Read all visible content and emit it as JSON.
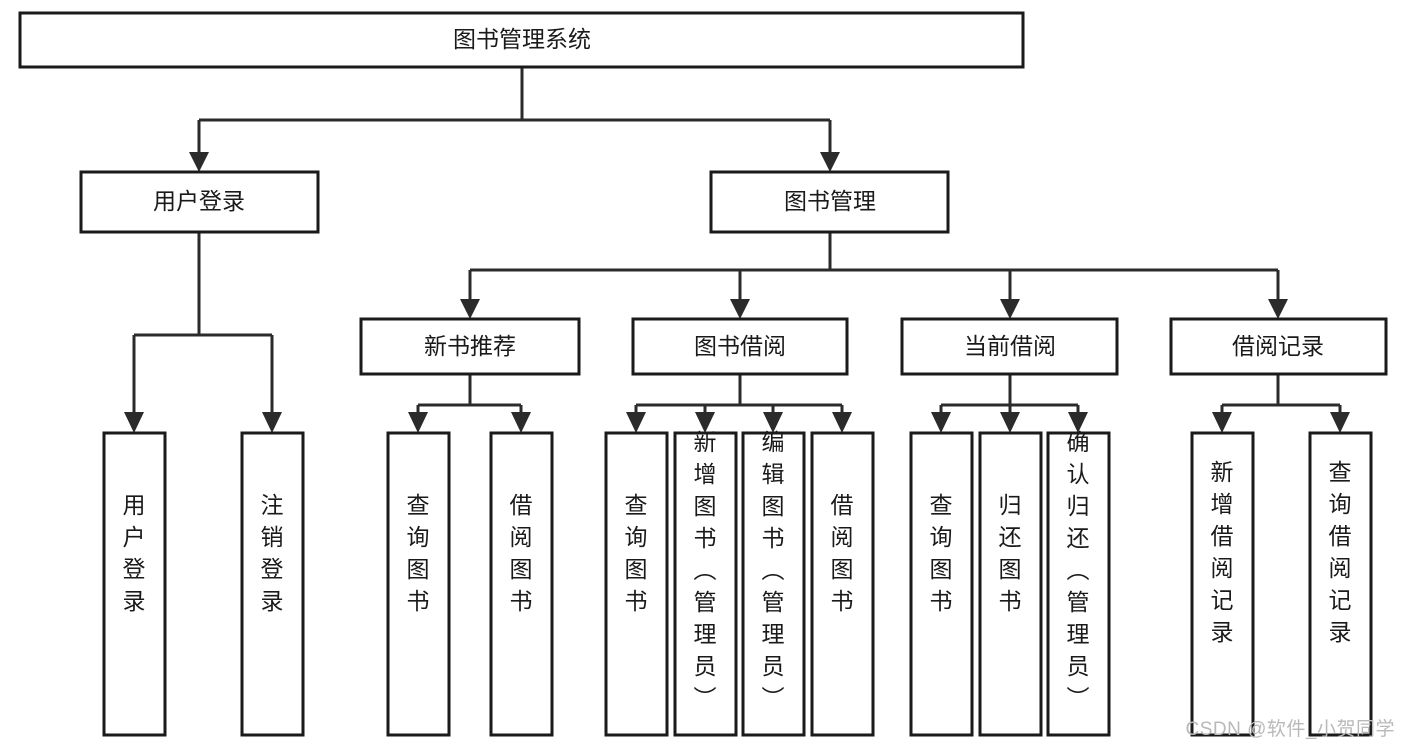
{
  "diagram": {
    "title": "图书管理系统",
    "type": "tree-hierarchy",
    "watermark": "CSDN @软件_小贺同学",
    "colors": {
      "background": "#ffffff",
      "box_border": "#1a1a1a",
      "box_fill": "#ffffff",
      "connector": "#2b2b2b",
      "text": "#1a1a1a",
      "watermark": "#b9b9b9"
    },
    "levels": {
      "root": {
        "label": "图书管理系统"
      },
      "level2": [
        {
          "label": "用户登录"
        },
        {
          "label": "图书管理"
        }
      ],
      "level3": [
        {
          "label": "新书推荐"
        },
        {
          "label": "图书借阅"
        },
        {
          "label": "当前借阅"
        },
        {
          "label": "借阅记录"
        }
      ],
      "leaves_user_login": [
        {
          "label": "用户登录"
        },
        {
          "label": "注销登录"
        }
      ],
      "leaves_new_book": [
        {
          "label": "查询图书"
        },
        {
          "label": "借阅图书"
        }
      ],
      "leaves_borrow": [
        {
          "label": "查询图书"
        },
        {
          "label": "新增图书（管理员）"
        },
        {
          "label": "编辑图书（管理员）"
        },
        {
          "label": "借阅图书"
        }
      ],
      "leaves_current": [
        {
          "label": "查询图书"
        },
        {
          "label": "归还图书"
        },
        {
          "label": "确认归还（管理员）"
        }
      ],
      "leaves_records": [
        {
          "label": "新增借阅记录"
        },
        {
          "label": "查询借阅记录"
        }
      ]
    }
  }
}
